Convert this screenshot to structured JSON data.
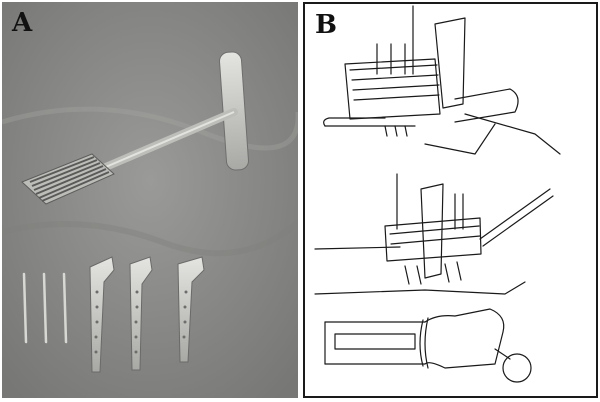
{
  "figure": {
    "panels": [
      {
        "id": "A",
        "label": "A",
        "content": "photo-surgical-instruments"
      },
      {
        "id": "B",
        "label": "B",
        "content": "line-drawing-guide-application"
      }
    ],
    "colors": {
      "photo_background": "#8e8e8c",
      "metal": "#c9c9c6",
      "ink": "#1a1a1a"
    }
  }
}
